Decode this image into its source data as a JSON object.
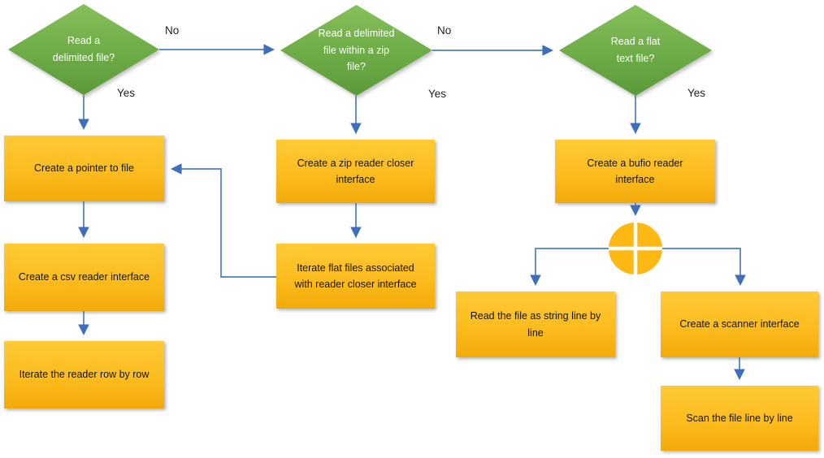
{
  "flowchart": {
    "decisions": [
      {
        "label": "Read a delimited file?"
      },
      {
        "label": "Read a delimited file within a zip file?"
      },
      {
        "label": "Read a flat text file?"
      }
    ],
    "processes": [
      {
        "label": "Create a pointer to file"
      },
      {
        "label": "Create a csv reader interface"
      },
      {
        "label": "Iterate the reader row by row"
      },
      {
        "label": "Create a zip reader closer interface"
      },
      {
        "label": "Iterate flat files associated with reader closer interface"
      },
      {
        "label": "Create a bufio reader interface"
      },
      {
        "label": "Read the file as string line by line"
      },
      {
        "label": "Create a scanner interface"
      },
      {
        "label": "Scan the file line by line"
      }
    ],
    "edge_labels": [
      {
        "text": "No"
      },
      {
        "text": "Yes"
      },
      {
        "text": "No"
      },
      {
        "text": "Yes"
      },
      {
        "text": "Yes"
      }
    ],
    "colors": {
      "decision_fill_top": "#87c05b",
      "decision_fill_bottom": "#5c9a39",
      "process_fill_top": "#ffca36",
      "process_fill_bottom": "#f2aa08",
      "connector": "#4e7dc7",
      "arrowhead": "#3f6fba",
      "junction_fill": "#fdb813",
      "junction_cross": "#ffffff",
      "decision_text": "#ffffff",
      "process_text": "#141414",
      "label_text": "#1f1f1f",
      "background": "#ffffff"
    }
  }
}
